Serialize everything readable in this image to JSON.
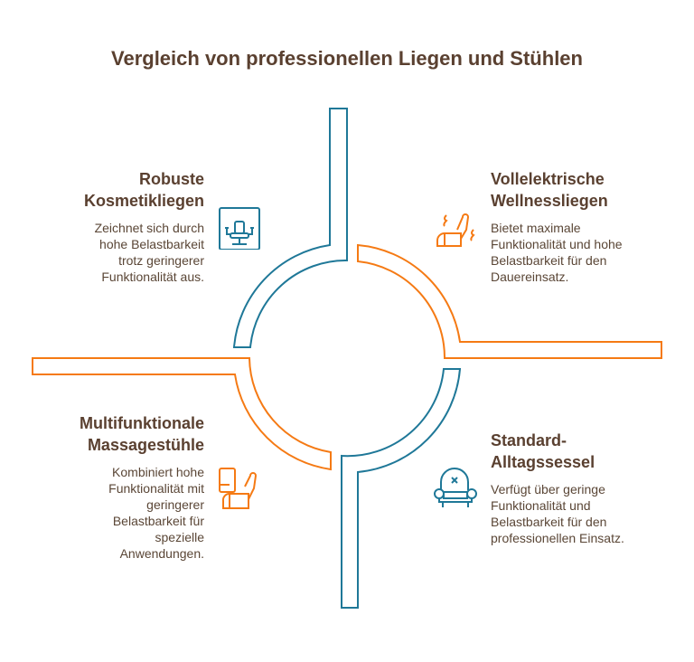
{
  "title": "Vergleich von professionellen Liegen und Stühlen",
  "colors": {
    "blue": "#1f7898",
    "orange": "#f57a14",
    "text": "#5a4636"
  },
  "quadrants": [
    {
      "position": "top-left",
      "heading": [
        "Robuste",
        "Kosmetikliegen"
      ],
      "body": "Zeichnet sich durch hohe Belastbarkeit trotz geringerer Funktionalität aus.",
      "icon": "office-chair-icon"
    },
    {
      "position": "top-right",
      "heading": [
        "Vollelektrische",
        "Wellnessliegen"
      ],
      "body": "Bietet maximale Funktionalität und hohe Belastbarkeit für den Dauereinsatz.",
      "icon": "massage-chair-vibration-icon"
    },
    {
      "position": "bottom-left",
      "heading": [
        "Multifunktionale",
        "Massagestühle"
      ],
      "body": "Kombiniert hohe Funktionalität mit geringerer Belastbarkeit für spezielle Anwendungen.",
      "icon": "massage-chair-icon"
    },
    {
      "position": "bottom-right",
      "heading": [
        "Standard-",
        "Alltagssessel"
      ],
      "body": "Verfügt über geringe Funktionalität und Belastbarkeit für den professionellen Einsatz.",
      "icon": "armchair-icon"
    }
  ]
}
